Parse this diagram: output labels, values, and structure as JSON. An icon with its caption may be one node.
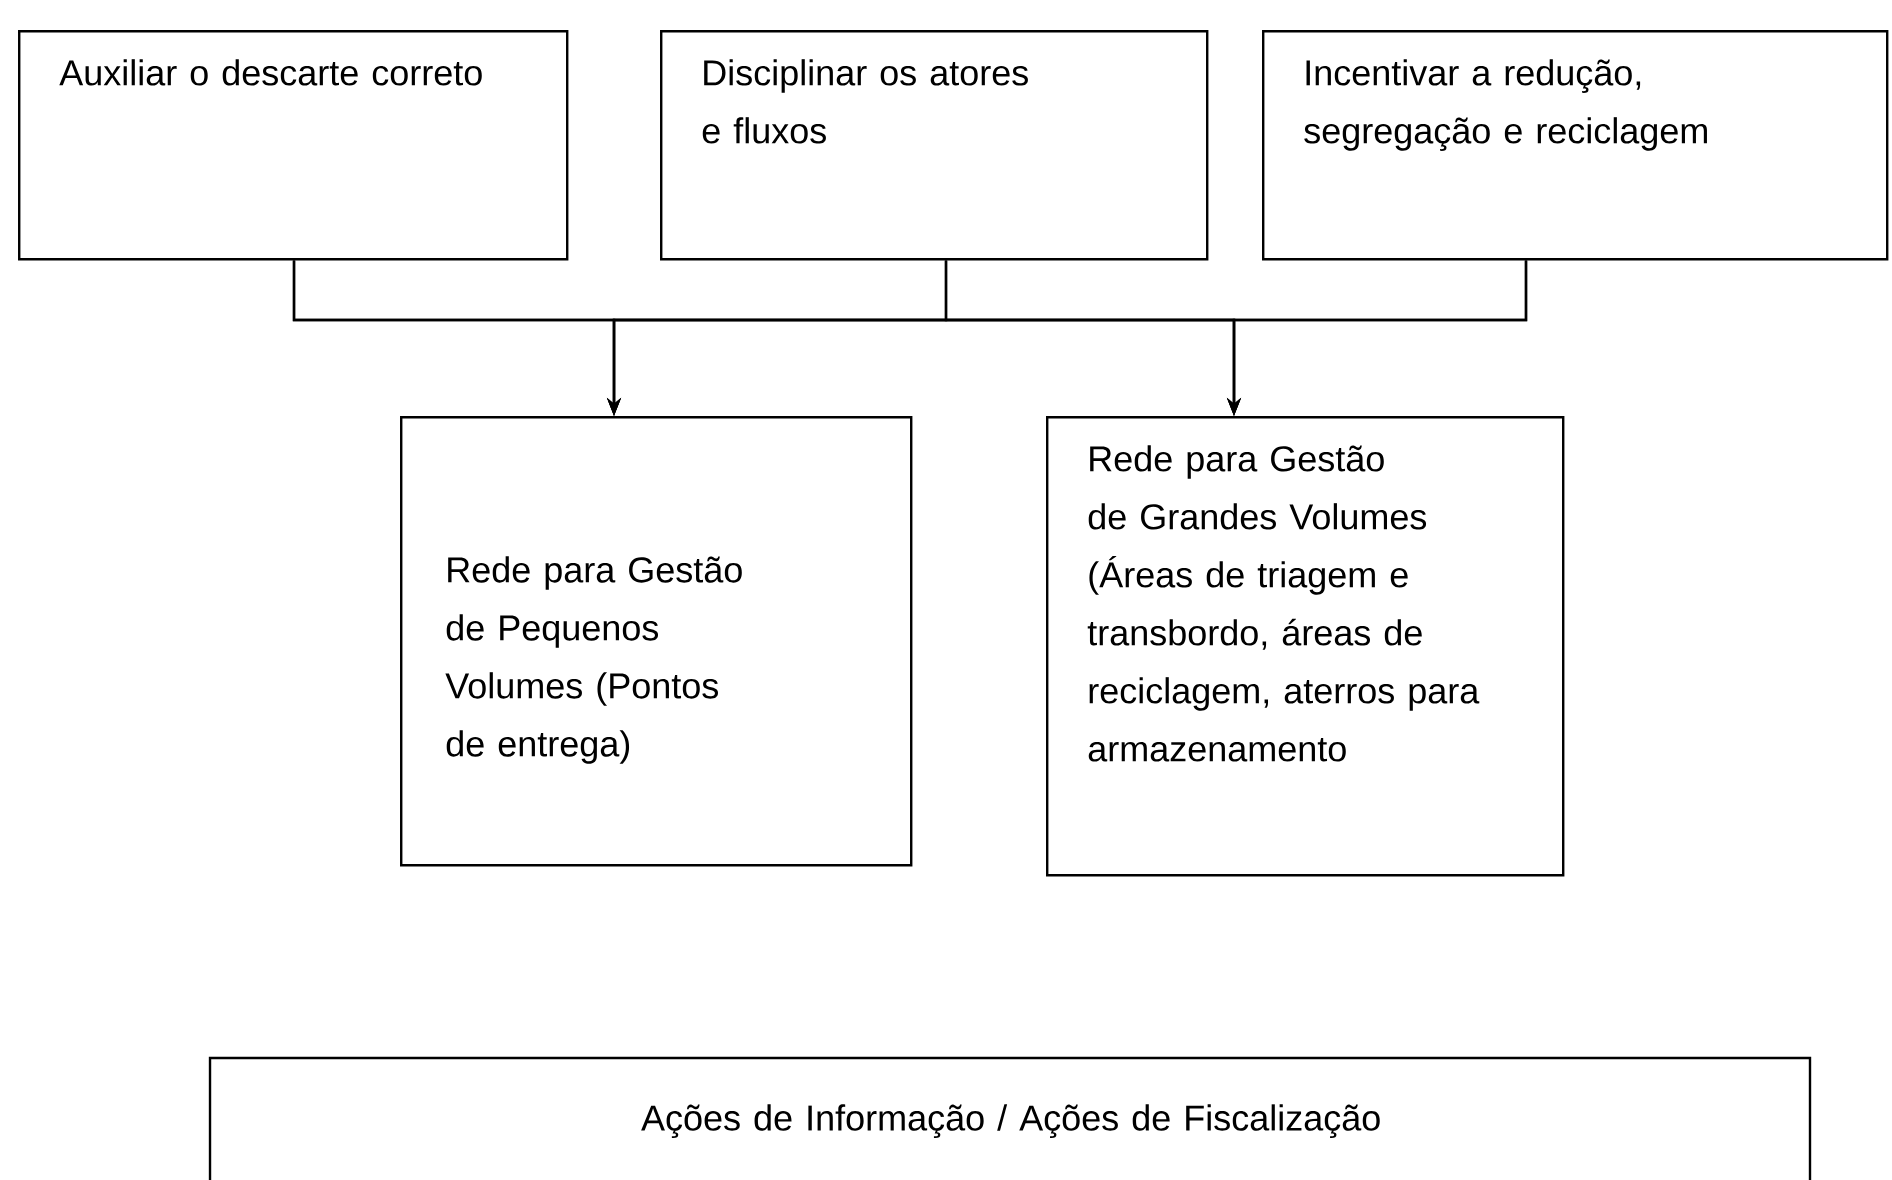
{
  "diagram": {
    "nodes": [
      {
        "text": [
          "Auxiliar o descarte correto"
        ]
      },
      {
        "text": [
          "Disciplinar os atores e fluxos"
        ]
      },
      {
        "text": [
          "Incentivar a redução, segregação e reciclagem"
        ]
      },
      {
        "text": [
          "Rede para Gestão de Pequenos Volumes (Pontos de entrega)"
        ]
      },
      {
        "text": [
          "Rede para Gestão de Grandes Volumes (Áreas de triagem e transbordo, áreas de reciclagem, aterros para armazenamento"
        ]
      },
      {
        "text": [
          "Ações de Informação / Ações de Fiscalização"
        ]
      }
    ],
    "edges": [
      {
        "from": 0,
        "to": 3,
        "arrow": "to"
      },
      {
        "from": 1,
        "to": 3,
        "arrow": "to"
      },
      {
        "from": 2,
        "to": 3,
        "arrow": "to"
      },
      {
        "from": 0,
        "to": 4,
        "arrow": "to"
      },
      {
        "from": 1,
        "to": 4,
        "arrow": "to"
      },
      {
        "from": 2,
        "to": 4,
        "arrow": "to"
      }
    ]
  }
}
